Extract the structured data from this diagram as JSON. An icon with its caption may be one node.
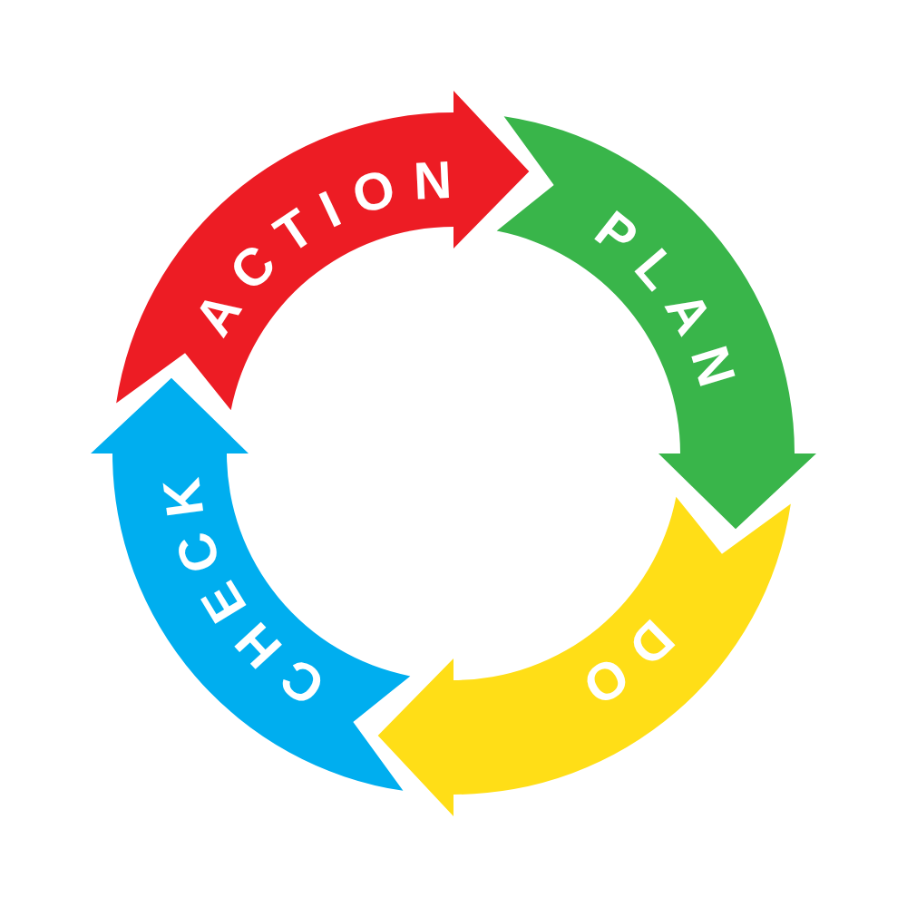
{
  "diagram": {
    "nodes": [
      {
        "text": [
          "ACTION"
        ]
      },
      {
        "text": [
          "PLAN"
        ]
      },
      {
        "text": [
          "CHECK"
        ]
      },
      {
        "text": [
          "DO"
        ]
      }
    ]
  }
}
